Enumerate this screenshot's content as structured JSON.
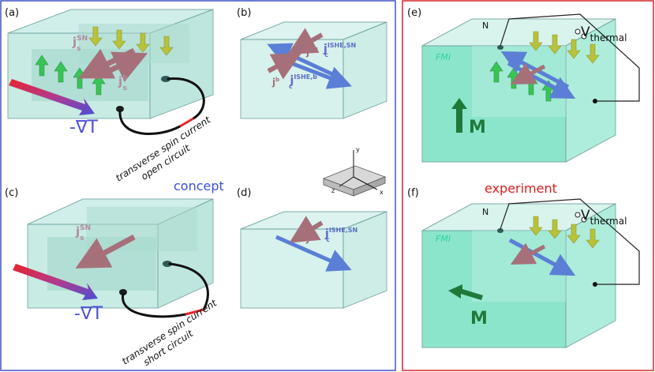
{
  "panels": {
    "a": "(a)",
    "b": "(b)",
    "c": "(c)",
    "d": "(d)",
    "e": "(e)",
    "f": "(f)"
  },
  "concept_label": "concept",
  "experiment_label": "experiment",
  "gradient_label": "-∇T",
  "caption_a": [
    "transverse spin current",
    "open circuit"
  ],
  "caption_c": [
    "transverse spin current",
    "short circuit"
  ],
  "symbols": {
    "js": "j",
    "js_sup_sn": "SN",
    "js_sub_s": "s",
    "js_sup_b": "b",
    "jc_she_sn": "ISHE,SN",
    "jc_she_b": "ISHE,b",
    "jc_sub_c": "c",
    "N": "N",
    "FMI": "FMI",
    "M": "M",
    "V": "V",
    "thermal": "thermal"
  },
  "axes": {
    "x": "x",
    "y": "y",
    "z": "z"
  },
  "colors": {
    "concept_frame": "#3f55c9",
    "experiment_frame": "#d8262a",
    "box_fill": "#c9ece6",
    "fmi_fill": "#7fe3c5",
    "spin_up_green": "#39c456",
    "spin_down_olive": "#b8c23a",
    "js_arrow": "#a6707a",
    "jc_arrow": "#5b7fd6",
    "concept_text": "#3a50d8",
    "experiment_text": "#e01c1c",
    "M_text": "#1f7a3a",
    "symbol_text": "#5a6ec8"
  }
}
